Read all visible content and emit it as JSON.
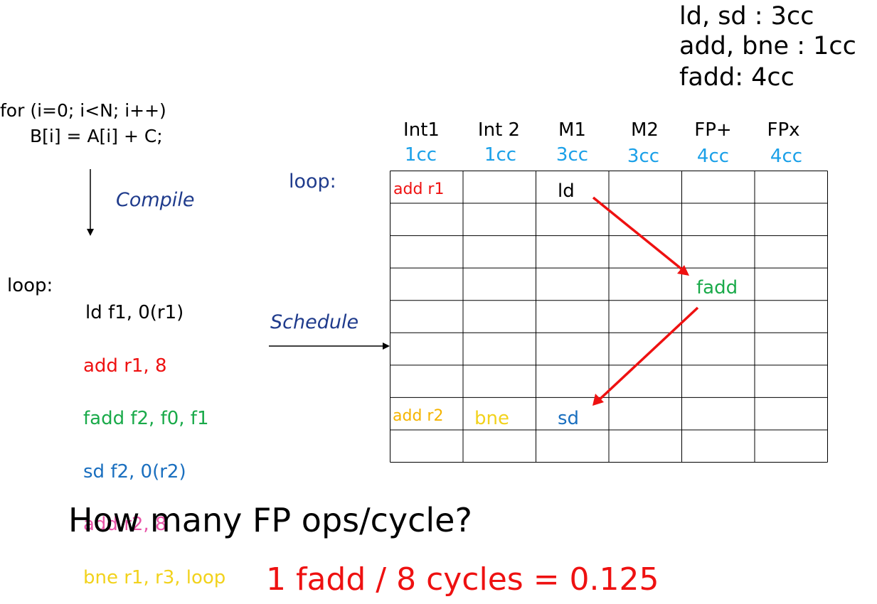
{
  "latencies": [
    "ld, sd : 3cc",
    "add, bne : 1cc",
    "fadd: 4cc"
  ],
  "source_code": {
    "line1": "for (i=0; i<N; i++)",
    "line2": "B[i] = A[i] + C;"
  },
  "compile_label": "Compile",
  "assembly": {
    "label": "loop:",
    "instructions": [
      {
        "text": "ld f1, 0(r1)",
        "color": "#000000"
      },
      {
        "text": "add r1, 8",
        "color": "#ee1111"
      },
      {
        "text": "fadd f2, f0, f1",
        "color": "#1aaa4a"
      },
      {
        "text": "sd f2, 0(r2)",
        "color": "#1a6fbf"
      },
      {
        "text": "add r2, 8",
        "color": "#e855a8"
      },
      {
        "text": "bne r1, r3, loop",
        "color": "#f2d21c"
      }
    ]
  },
  "schedule_label": "Schedule",
  "grid_loop_label": "loop:",
  "columns": [
    {
      "name": "Int1",
      "latency": "1cc"
    },
    {
      "name": "Int 2",
      "latency": "1cc"
    },
    {
      "name": "M1",
      "latency": "3cc"
    },
    {
      "name": "M2",
      "latency": "3cc"
    },
    {
      "name": "FP+",
      "latency": "4cc"
    },
    {
      "name": "FPx",
      "latency": "4cc"
    }
  ],
  "grid": {
    "rows": 9,
    "cols": 6,
    "cells": [
      {
        "row": 0,
        "col": 0,
        "text": "add r1",
        "color": "#ee1111"
      },
      {
        "row": 0,
        "col": 2,
        "text": "ld",
        "color": "#000000"
      },
      {
        "row": 3,
        "col": 4,
        "text": "fadd",
        "color": "#1aaa4a"
      },
      {
        "row": 7,
        "col": 0,
        "text": "add r2",
        "color": "#f5b400"
      },
      {
        "row": 7,
        "col": 1,
        "text": "bne",
        "color": "#f2d21c"
      },
      {
        "row": 7,
        "col": 2,
        "text": "sd",
        "color": "#1a6fbf"
      }
    ]
  },
  "colors": {
    "arrow": "#ee1111",
    "header_latency": "#1aa0e8",
    "label_blue": "#1f3b8c"
  },
  "question": "How many FP ops/cycle?",
  "answer": "1 fadd / 8 cycles = 0.125"
}
